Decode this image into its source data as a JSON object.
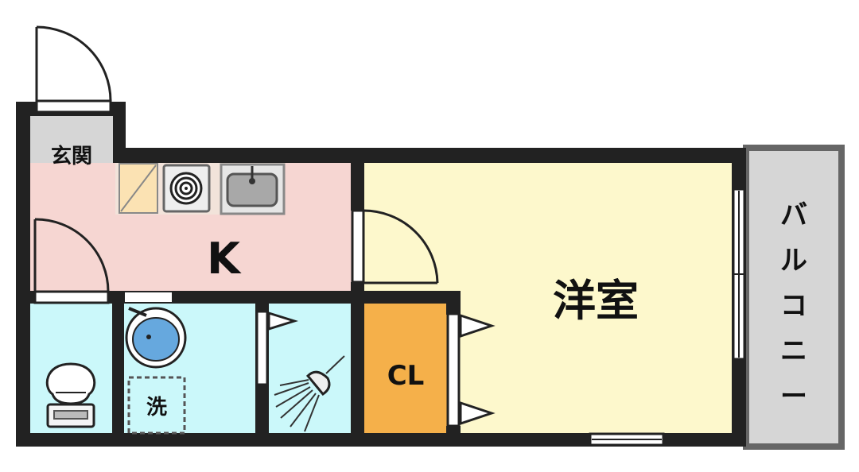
{
  "rooms": {
    "genkan": "玄関",
    "kitchen": "K",
    "youshitsu": "洋室",
    "closet": "CL",
    "balcony": "バルコニー",
    "washer": "洗"
  },
  "colors": {
    "wall": "#222222",
    "genkan": "#d6d6d6",
    "kitchen": "#f6d6d2",
    "youshitsu": "#fdf8cc",
    "wet_area": "#cbf8fa",
    "closet": "#f5b04a",
    "balcony": "#d6d6d6"
  }
}
